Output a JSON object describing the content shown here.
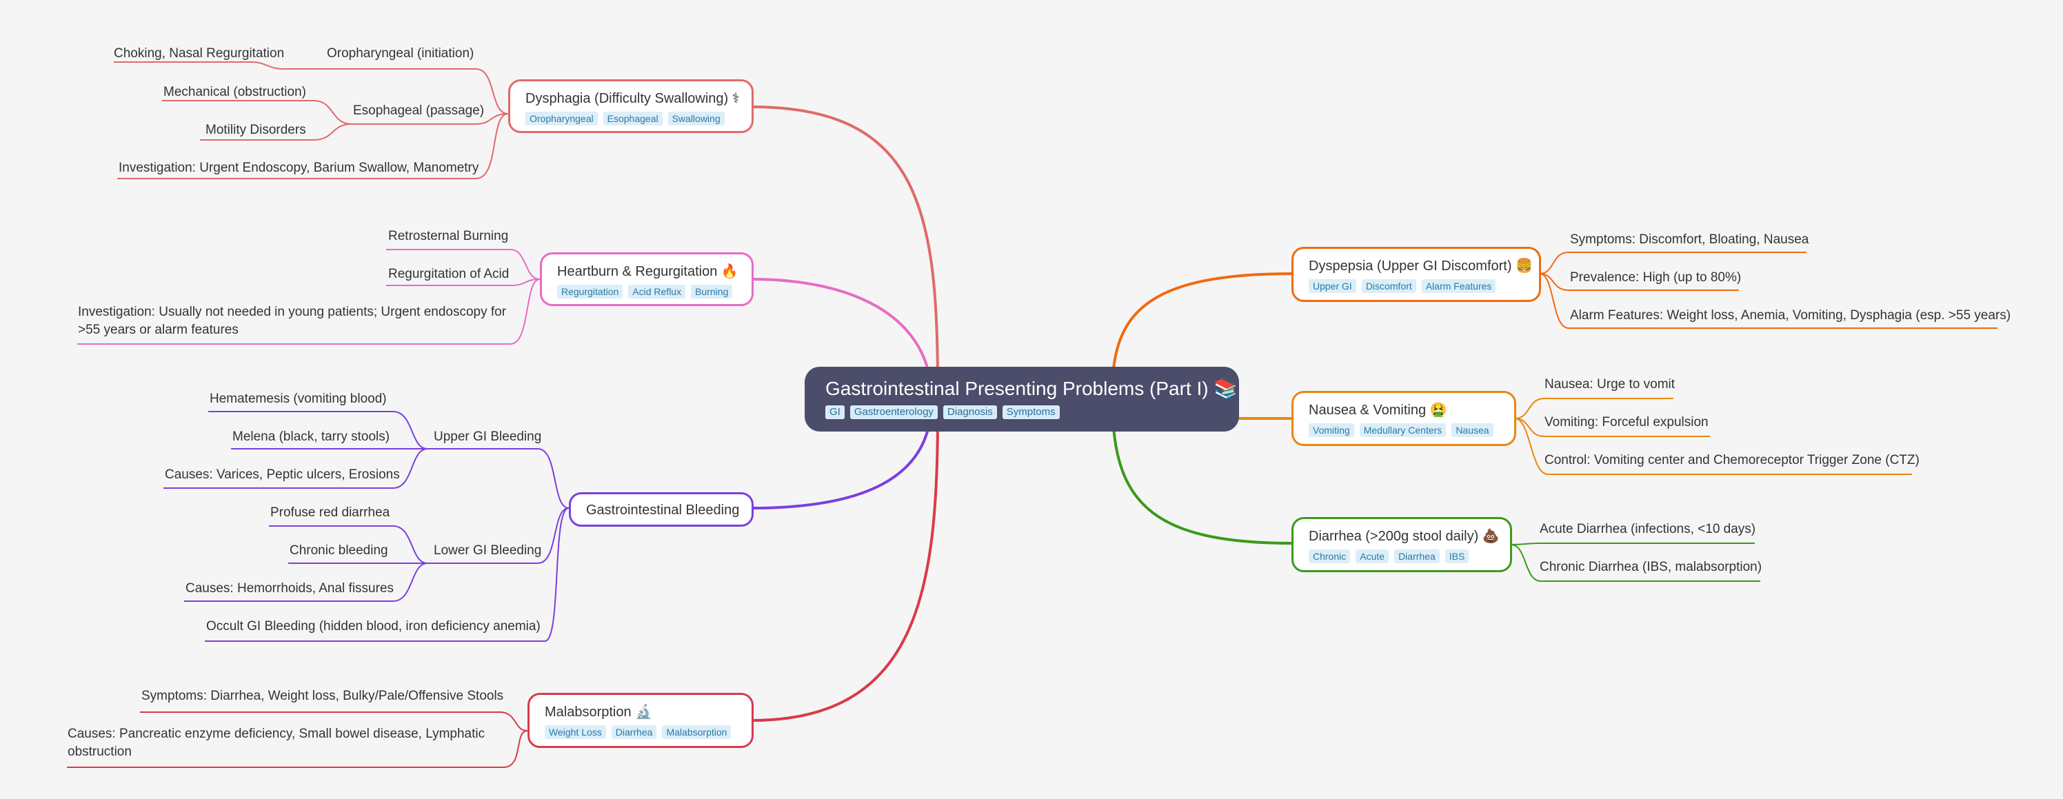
{
  "central": {
    "title": "Gastrointestinal Presenting Problems (Part I) 📚",
    "tags": [
      "GI",
      "Gastroenterology",
      "Diagnosis",
      "Symptoms"
    ]
  },
  "dysphagia": {
    "title": "Dysphagia (Difficulty Swallowing) ⚕",
    "tags": [
      "Oropharyngeal",
      "Esophageal",
      "Swallowing"
    ],
    "oropharyngeal": "Oropharyngeal (initiation)",
    "oropharyngeal_leaf": "Choking, Nasal Regurgitation",
    "esophageal": "Esophageal (passage)",
    "esophageal_leaf1": "Mechanical (obstruction)",
    "esophageal_leaf2": "Motility Disorders",
    "investigation": "Investigation: Urgent Endoscopy, Barium Swallow, Manometry"
  },
  "heartburn": {
    "title": "Heartburn & Regurgitation 🔥",
    "tags": [
      "Regurgitation",
      "Acid Reflux",
      "Burning"
    ],
    "leaf1": "Retrosternal Burning",
    "leaf2": "Regurgitation of Acid",
    "leaf3": "Investigation: Usually not needed in young patients; Urgent endoscopy for >55 years or alarm features"
  },
  "bleeding": {
    "title": "Gastrointestinal Bleeding",
    "upper": "Upper GI Bleeding",
    "upper_leaf1": "Hematemesis (vomiting blood)",
    "upper_leaf2": "Melena (black, tarry stools)",
    "upper_leaf3": "Causes: Varices, Peptic ulcers, Erosions",
    "lower": "Lower GI Bleeding",
    "lower_leaf1": "Profuse red diarrhea",
    "lower_leaf2": "Chronic bleeding",
    "lower_leaf3": "Causes: Hemorrhoids, Anal fissures",
    "occult": "Occult GI Bleeding (hidden blood, iron deficiency anemia)"
  },
  "malabsorption": {
    "title": "Malabsorption 🔬",
    "tags": [
      "Weight Loss",
      "Diarrhea",
      "Malabsorption"
    ],
    "leaf1": "Symptoms: Diarrhea, Weight loss, Bulky/Pale/Offensive Stools",
    "leaf2": "Causes: Pancreatic enzyme deficiency, Small bowel disease, Lymphatic obstruction"
  },
  "dyspepsia": {
    "title": "Dyspepsia (Upper GI Discomfort) 🍔",
    "tags": [
      "Upper GI",
      "Discomfort",
      "Alarm Features"
    ],
    "leaf1": "Symptoms: Discomfort, Bloating, Nausea",
    "leaf2": "Prevalence: High (up to 80%)",
    "leaf3": "Alarm Features: Weight loss, Anemia, Vomiting, Dysphagia (esp. >55 years)"
  },
  "nausea": {
    "title": "Nausea & Vomiting 🤮",
    "tags": [
      "Vomiting",
      "Medullary Centers",
      "Nausea"
    ],
    "leaf1": "Nausea: Urge to vomit",
    "leaf2": "Vomiting: Forceful expulsion",
    "leaf3": "Control: Vomiting center and Chemoreceptor Trigger Zone (CTZ)"
  },
  "diarrhea": {
    "title": "Diarrhea (>200g stool daily) 💩",
    "tags": [
      "Chronic",
      "Acute",
      "Diarrhea",
      "IBS"
    ],
    "leaf1": "Acute Diarrhea (infections, <10 days)",
    "leaf2": "Chronic Diarrhea (IBS, malabsorption)"
  },
  "colors": {
    "central": "#4b4d6b",
    "dysphagia": "#e06a6a",
    "heartburn": "#e86bc6",
    "bleeding": "#7b3fe0",
    "malabsorption": "#d93a4a",
    "dyspepsia": "#f06a10",
    "nausea": "#e8870c",
    "diarrhea": "#3a9a1a"
  }
}
